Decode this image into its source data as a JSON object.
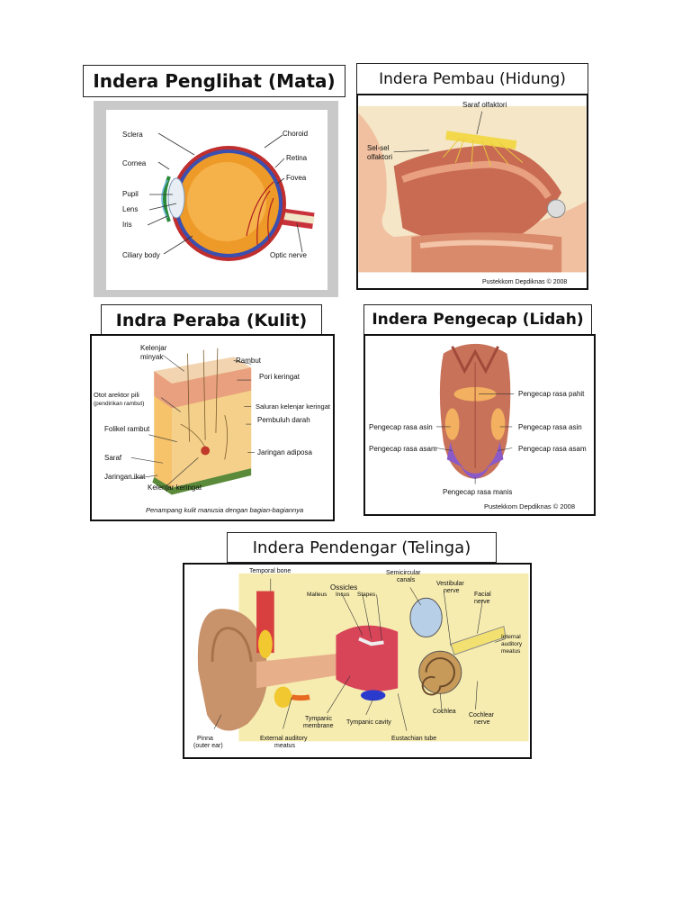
{
  "eye": {
    "title": "Indera Penglihat (Mata)",
    "labels": {
      "sclera": "Sclera",
      "cornea": "Cornea",
      "pupil": "Pupil",
      "lens": "Lens",
      "iris": "Iris",
      "ciliary": "Ciliary body",
      "choroid": "Choroid",
      "retina": "Retina",
      "fovea": "Fovea",
      "optic": "Optic nerve"
    }
  },
  "nose": {
    "title": "Indera Pembau (Hidung)",
    "labels": {
      "saraf": "Saraf olfaktori",
      "sel1": "Sel-sel",
      "sel2": "olfaktori",
      "credit": "Pustekkom Depdiknas © 2008"
    }
  },
  "skin": {
    "title": "Indra Peraba (Kulit)",
    "labels": {
      "kelenjar_minyak1": "Kelenjar",
      "kelenjar_minyak2": "minyak",
      "otot1": "Otot arektor pili",
      "otot2": "(pendirikan rambut)",
      "folikel": "Folikel rambut",
      "saraf": "Saraf",
      "jaringan_ikat": "Jaringan ikat",
      "kelenjar_keringat": "Kelenjar keringat",
      "rambut": "Rambut",
      "pori": "Pori keringat",
      "saluran": "Saluran kelenjar keringat",
      "pembuluh": "Pembuluh darah",
      "adiposa": "Jaringan adiposa",
      "caption": "Penampang kulit manusia dengan bagian-bagiannya"
    }
  },
  "tongue": {
    "title": "Indera Pengecap (Lidah)",
    "labels": {
      "pahit": "Pengecap rasa pahit",
      "asin_l": "Pengecap rasa asin",
      "asin_r": "Pengecap rasa asin",
      "asam_l": "Pengecap rasa asam",
      "asam_r": "Pengecap rasa asam",
      "manis": "Pengecap rasa manis",
      "credit": "Pustekkom Depdiknas © 2008"
    }
  },
  "ear": {
    "title": "Indera Pendengar (Telinga)",
    "labels": {
      "temporal": "Temporal bone",
      "ossicles": "Ossicles",
      "malleus": "Malleus",
      "incus": "Incus",
      "stapes": "Stapes",
      "semi1": "Semicircular",
      "semi2": "canals",
      "vest1": "Vestibular",
      "vest2": "nerve",
      "facial1": "Facial",
      "facial2": "nerve",
      "int1": "Internal",
      "int2": "auditory",
      "int3": "meatus",
      "pinna1": "Pinna",
      "pinna2": "(outer ear)",
      "ext1": "External auditory",
      "ext2": "meatus",
      "tymp1": "Tympanic",
      "tymp2": "membrane",
      "cavity": "Tympanic cavity",
      "eust": "Eustachian tube",
      "cochlea": "Cochlea",
      "cn1": "Cochlear",
      "cn2": "nerve"
    }
  }
}
